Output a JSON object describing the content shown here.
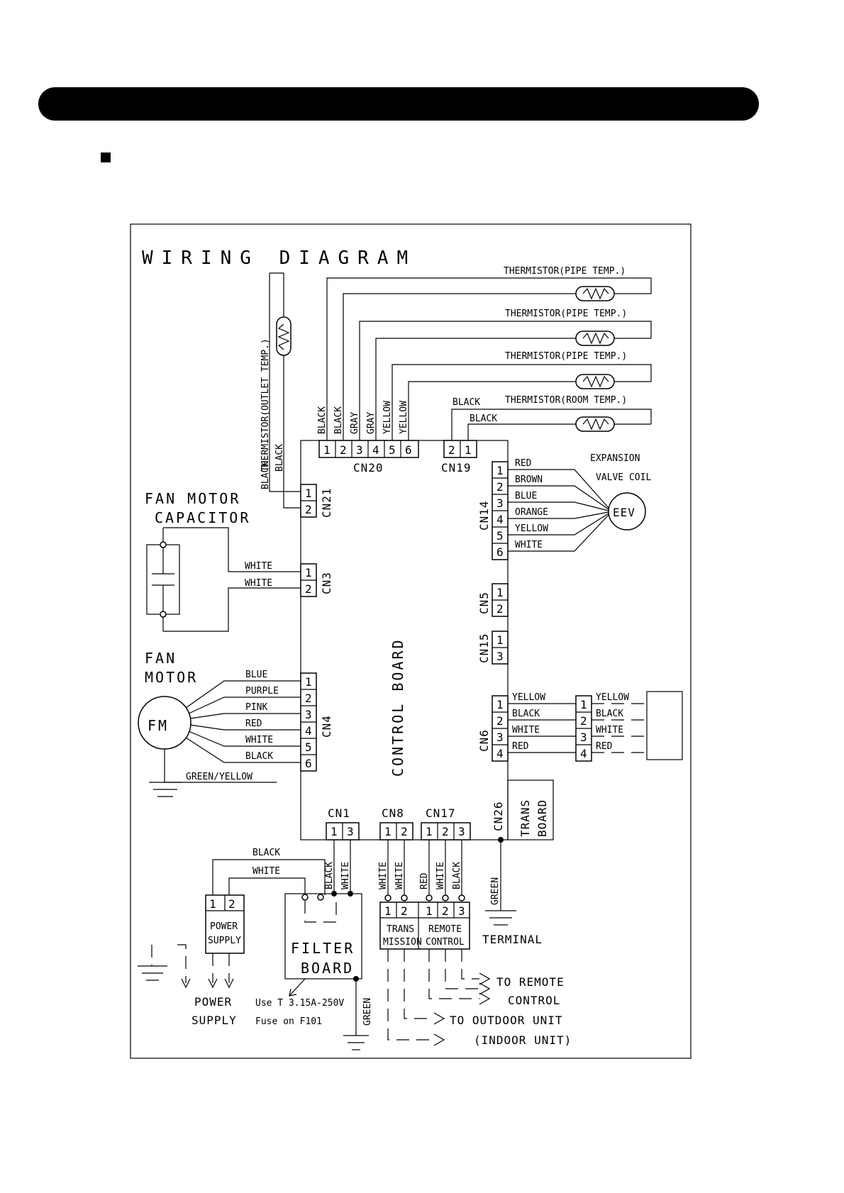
{
  "diagram": {
    "title": "WIRING DIAGRAM",
    "thermistor_pipe": "THERMISTOR(PIPE TEMP.)",
    "thermistor_room": "THERMISTOR(ROOM TEMP.)",
    "thermistor_outlet": "THERMISTOR(OUTLET TEMP.)",
    "board_label": "CONTROL BOARD",
    "connectors": {
      "cn20": "CN20",
      "cn19": "CN19",
      "cn21": "CN21",
      "cn3": "CN3",
      "cn4": "CN4",
      "cn14": "CN14",
      "cn5": "CN5",
      "cn15": "CN15",
      "cn6": "CN6",
      "cn26": "CN26",
      "cn1": "CN1",
      "cn8": "CN8",
      "cn17": "CN17"
    },
    "cn20_wires": [
      "BLACK",
      "BLACK",
      "GRAY",
      "GRAY",
      "YELLOW",
      "YELLOW"
    ],
    "cn19_wires": [
      "BLACK",
      "BLACK"
    ],
    "cn21_wires": [
      "BLACK",
      "BLACK"
    ],
    "fan_capacitor": [
      "FAN MOTOR",
      "CAPACITOR"
    ],
    "cn3_wires": [
      "WHITE",
      "WHITE"
    ],
    "fan_motor": [
      "FAN",
      "MOTOR"
    ],
    "fm": "FM",
    "cn4_wires": [
      "BLUE",
      "PURPLE",
      "PINK",
      "RED",
      "WHITE",
      "BLACK"
    ],
    "ground_fan": "GREEN/YELLOW",
    "eev_title": [
      "EXPANSION",
      "VALVE COIL"
    ],
    "eev": "EEV",
    "cn14_wires": [
      "RED",
      "BROWN",
      "BLUE",
      "ORANGE",
      "YELLOW",
      "WHITE"
    ],
    "cn6_wires": [
      "YELLOW",
      "BLACK",
      "WHITE",
      "RED"
    ],
    "cn6_ext_wires": [
      "YELLOW",
      "BLACK",
      "WHITE",
      "RED"
    ],
    "trans_board": [
      "TRANS",
      "BOARD"
    ],
    "cn1_wires": [
      "BLACK",
      "WHITE"
    ],
    "cn8_wires": [
      "WHITE",
      "WHITE"
    ],
    "cn17_wires": [
      "RED",
      "WHITE",
      "BLACK"
    ],
    "green": "GREEN",
    "power_wires": [
      "BLACK",
      "WHITE"
    ],
    "power_block": [
      "POWER",
      "SUPPLY"
    ],
    "filter_board": [
      "FILTER",
      "BOARD"
    ],
    "fuse_note": [
      "Use T 3.15A-250V",
      "Fuse on F101"
    ],
    "terminal": "TERMINAL",
    "trans_mission": [
      "TRANS",
      "MISSION"
    ],
    "remote_control_block": [
      "REMOTE",
      "CONTROL"
    ],
    "to_remote": [
      "TO REMOTE",
      "CONTROL"
    ],
    "to_outdoor": [
      "TO OUTDOOR UNIT",
      "(INDOOR UNIT)"
    ],
    "power_supply": [
      "POWER",
      "SUPPLY"
    ]
  }
}
